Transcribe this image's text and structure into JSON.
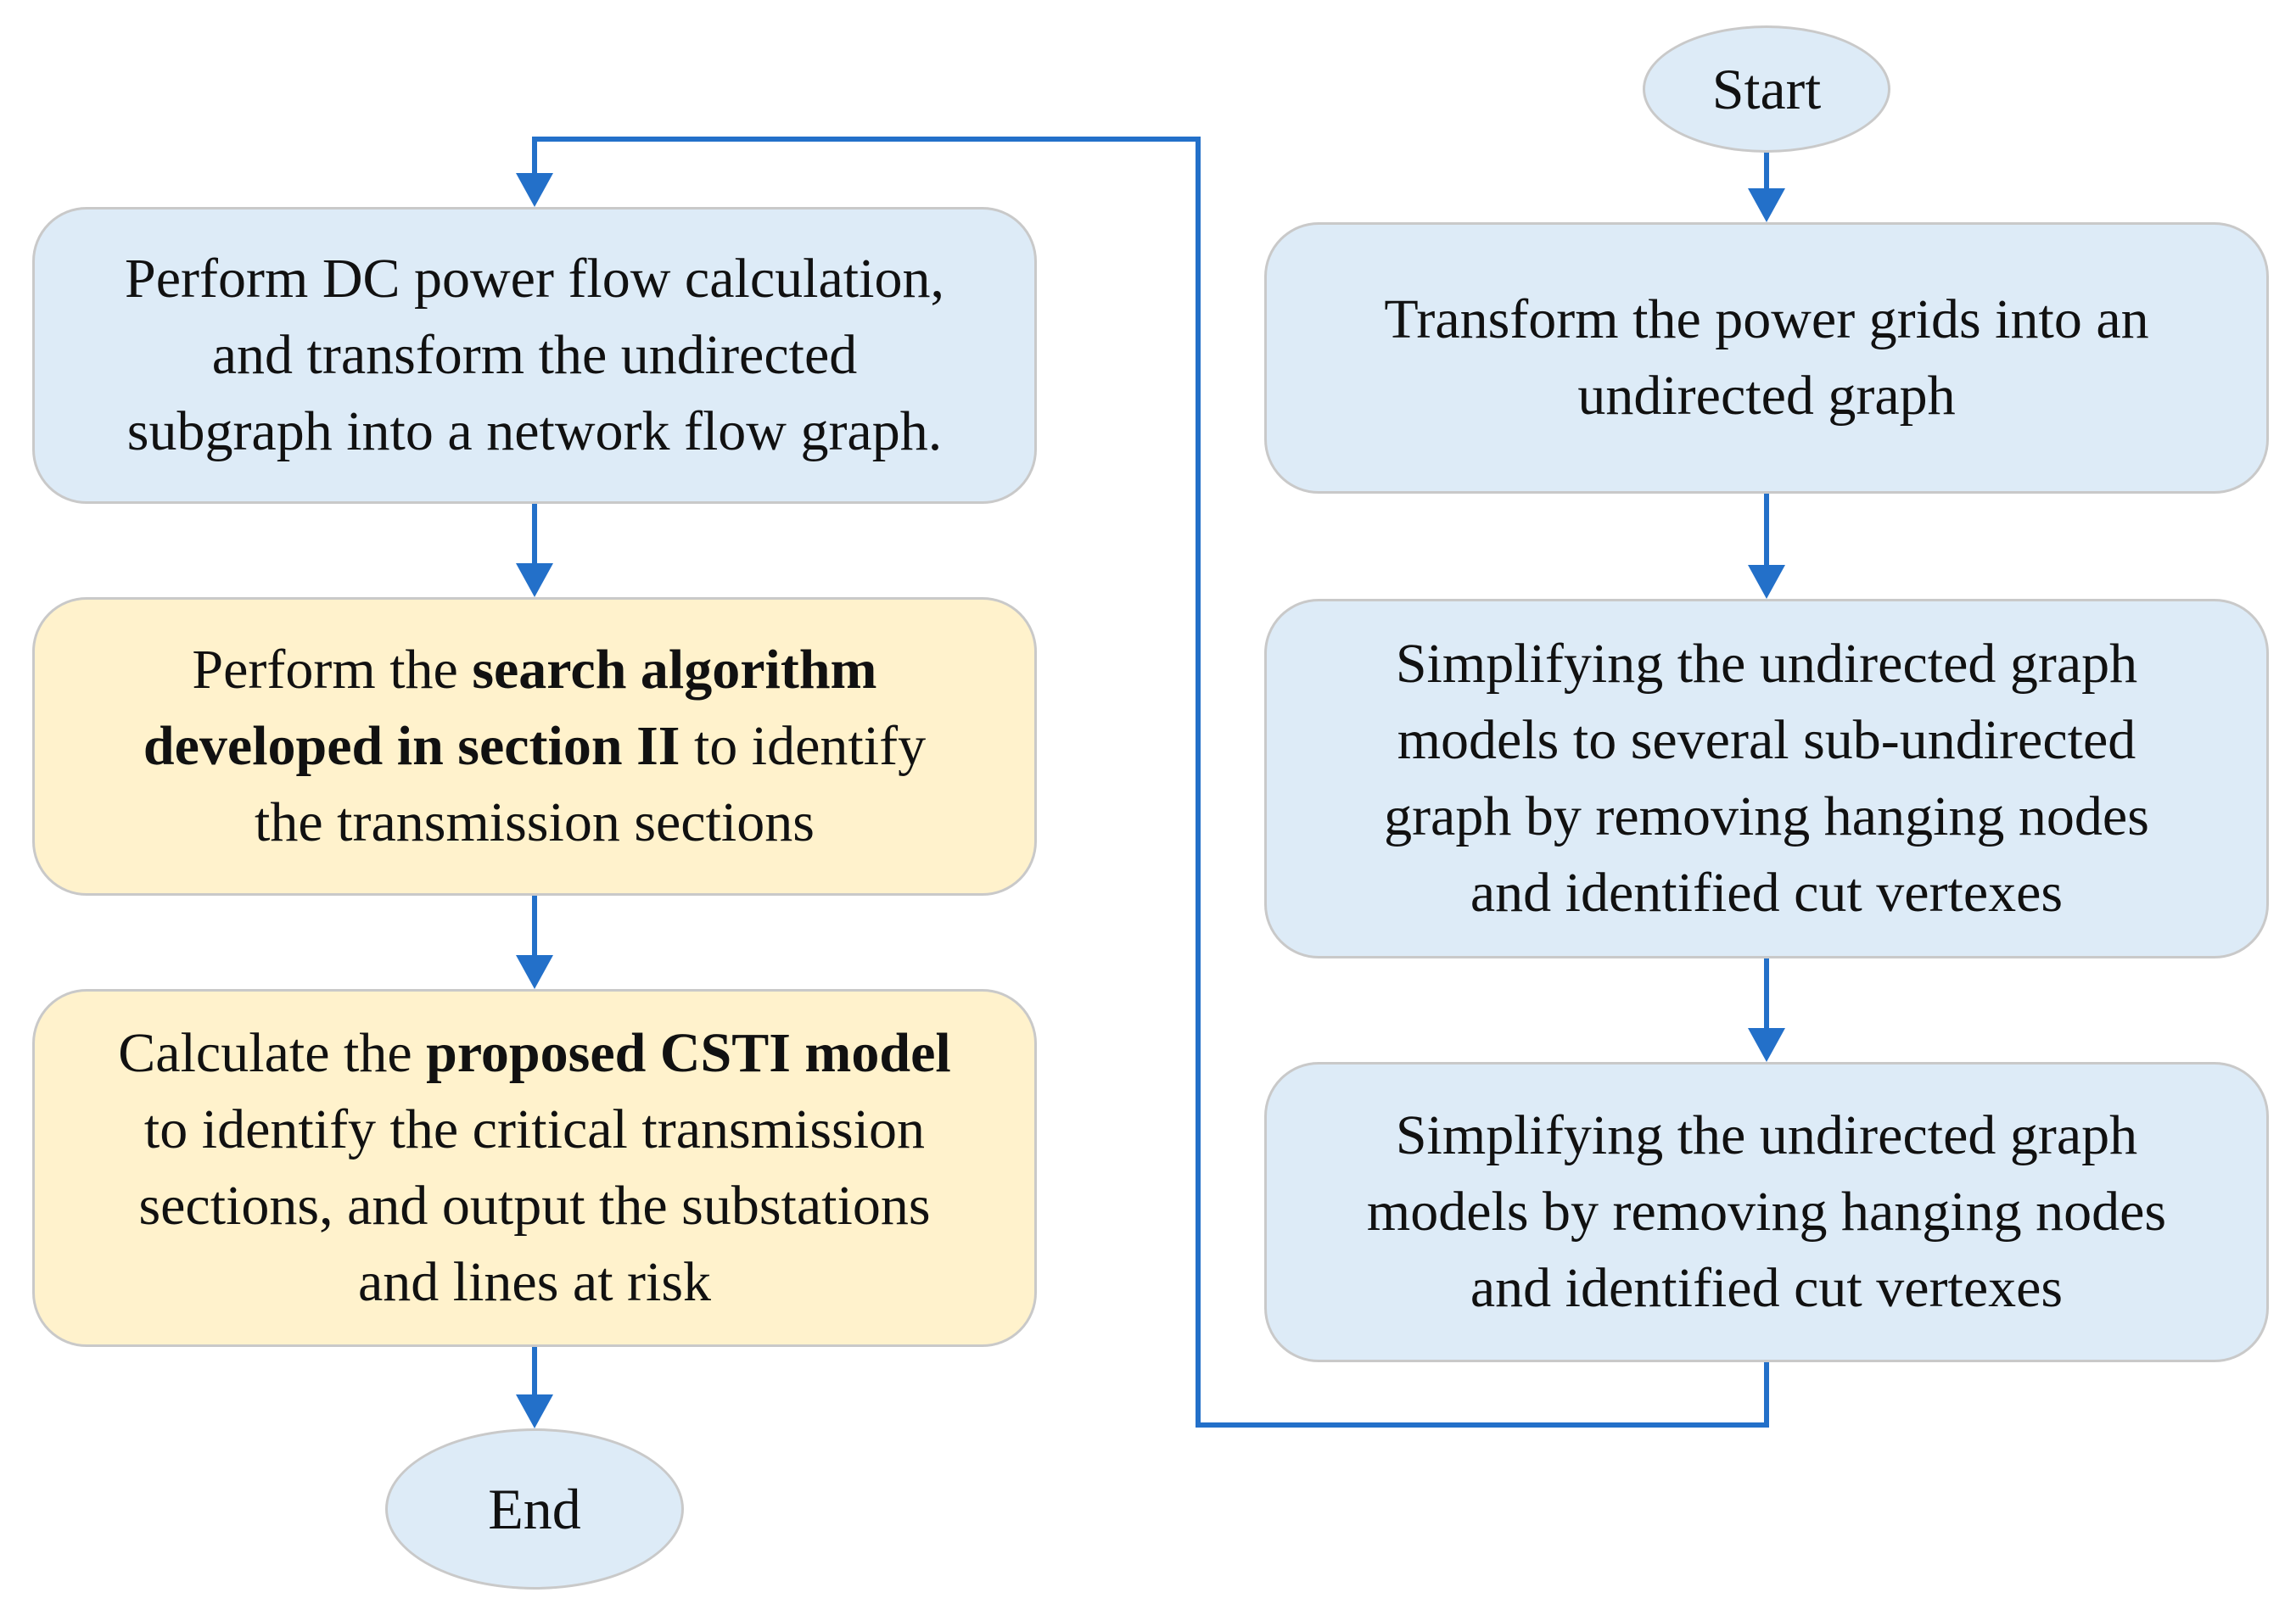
{
  "colors": {
    "process_blue": "#ddebf7",
    "process_yellow": "#fff2cc",
    "border": "#c9c9c9",
    "arrow": "#2370c9"
  },
  "nodes": {
    "start": "Start",
    "end": "End",
    "transform": [
      "Transform the power grids into an",
      "undirected graph"
    ],
    "simplify_sub": [
      "Simplifying the undirected graph",
      "models to several sub-undirected",
      "graph by removing hanging nodes",
      "and identified cut vertexes"
    ],
    "simplify": [
      "Simplifying the undirected graph",
      "models by removing hanging nodes",
      "and identified cut vertexes"
    ],
    "dc_flow": [
      "Perform DC power flow calculation,",
      "and transform the undirected",
      "subgraph into a network flow graph."
    ],
    "search": {
      "line1": "Perform the ",
      "line1_bold": "search algorithm",
      "line2_bold": "developed in section II",
      "line2": " to identify",
      "line3": "the transmission sections"
    },
    "csti": {
      "line1": "Calculate the ",
      "line1_bold": "proposed CSTI model",
      "line2": "to identify the critical transmission",
      "line3": "sections, and output the substations",
      "line4": "and lines at risk"
    }
  }
}
